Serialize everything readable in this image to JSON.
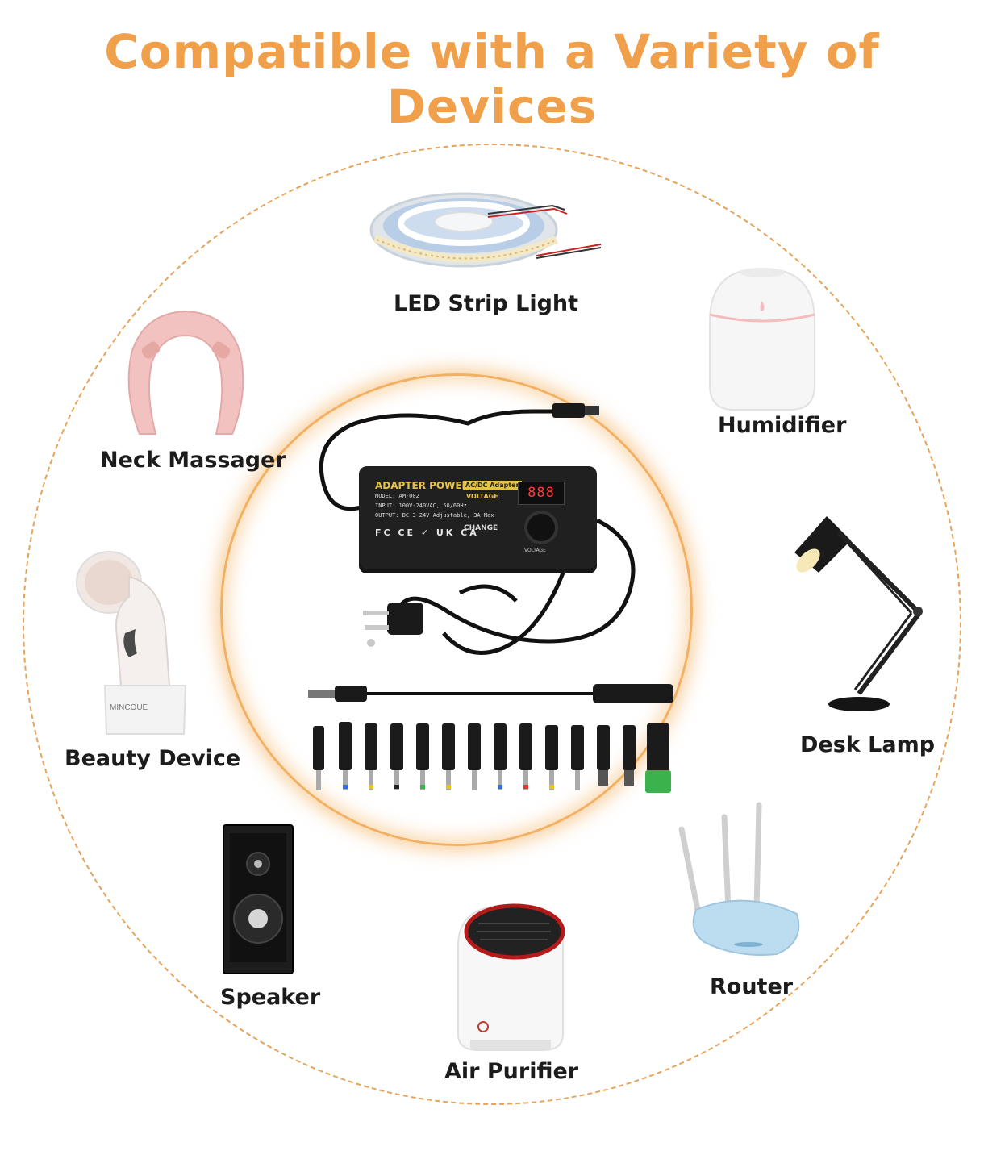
{
  "title": "Compatible with a Variety of Devices",
  "devices": {
    "led_strip": "LED Strip Light",
    "humidifier": "Humidifier",
    "neck_massager": "Neck Massager",
    "desk_lamp": "Desk Lamp",
    "beauty_device": "Beauty Device",
    "speaker": "Speaker",
    "router": "Router",
    "air_purifier": "Air Purifier"
  },
  "adapter": {
    "brand": "ADAPTER POWER",
    "brand_tag": "AC/DC Adapter",
    "model": "MODEL: AM-002",
    "voltage_label": "VOLTAGE",
    "input": "INPUT: 100V-240VAC, 50/60Hz",
    "output": "OUTPUT: DC 3-24V Adjustable, 3A Max",
    "certs": "FC CE ✓ UK CA",
    "change": "CHANGE",
    "display": "888",
    "knob_label": "VOLTAGE"
  },
  "beauty_brand": "MINCOUE",
  "colors": {
    "title": "#f0a04b",
    "ring": "#e7a35a",
    "glow": "#f2b063"
  }
}
